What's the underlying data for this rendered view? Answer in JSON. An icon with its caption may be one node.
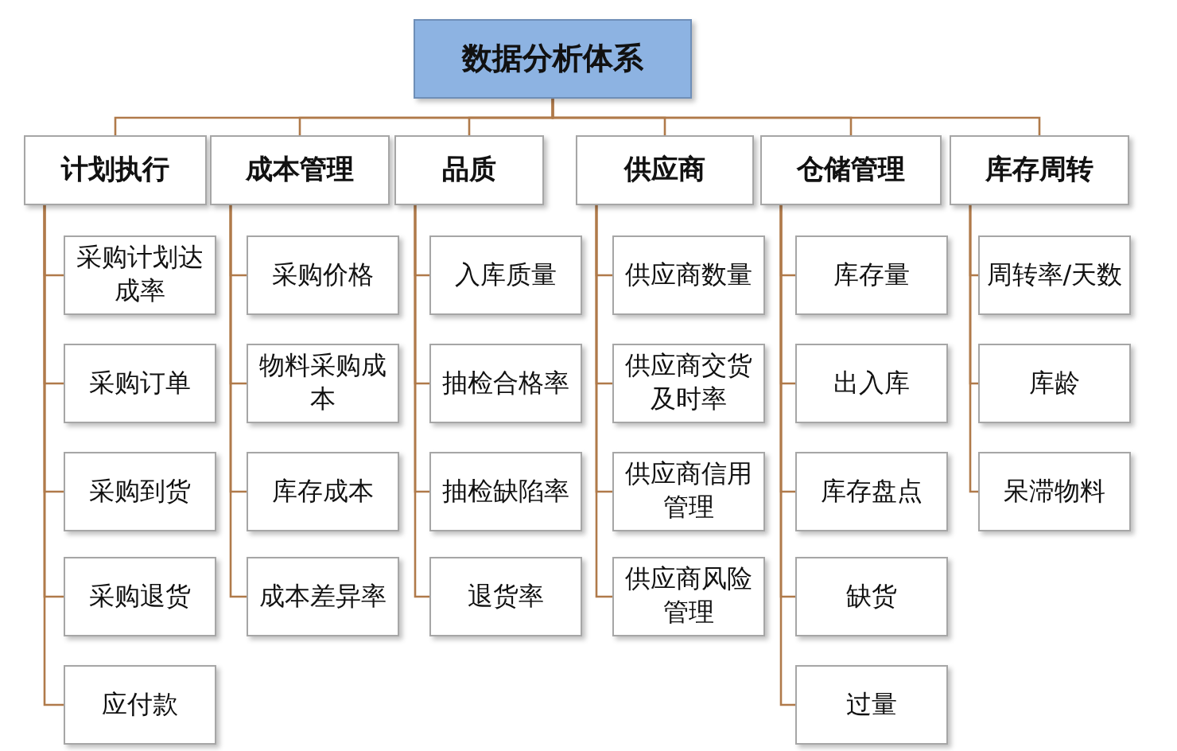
{
  "diagram": {
    "nodes": [
      {
        "text": [
          "数据分析体系"
        ]
      },
      {
        "text": [
          "计划执行"
        ]
      },
      {
        "text": [
          "成本管理"
        ]
      },
      {
        "text": [
          "品质"
        ]
      },
      {
        "text": [
          "供应商"
        ]
      },
      {
        "text": [
          "仓储管理"
        ]
      },
      {
        "text": [
          "库存周转"
        ]
      },
      {
        "text": [
          "采购计划达成率"
        ]
      },
      {
        "text": [
          "采购订单"
        ]
      },
      {
        "text": [
          "采购到货"
        ]
      },
      {
        "text": [
          "采购退货"
        ]
      },
      {
        "text": [
          "应付款"
        ]
      },
      {
        "text": [
          "采购价格"
        ]
      },
      {
        "text": [
          "物料采购成本"
        ]
      },
      {
        "text": [
          "库存成本"
        ]
      },
      {
        "text": [
          "成本差异率"
        ]
      },
      {
        "text": [
          "入库质量"
        ]
      },
      {
        "text": [
          "抽检合格率"
        ]
      },
      {
        "text": [
          "抽检缺陷率"
        ]
      },
      {
        "text": [
          "退货率"
        ]
      },
      {
        "text": [
          "供应商数量"
        ]
      },
      {
        "text": [
          "供应商交货及时率"
        ]
      },
      {
        "text": [
          "供应商信用管理"
        ]
      },
      {
        "text": [
          "供应商风险管理"
        ]
      },
      {
        "text": [
          "库存量"
        ]
      },
      {
        "text": [
          "出入库"
        ]
      },
      {
        "text": [
          "库存盘点"
        ]
      },
      {
        "text": [
          "缺货"
        ]
      },
      {
        "text": [
          "过量"
        ]
      },
      {
        "text": [
          "周转率/天数"
        ]
      },
      {
        "text": [
          "库龄"
        ]
      },
      {
        "text": [
          "呆滞物料"
        ]
      }
    ],
    "edges": [
      {
        "from": 0,
        "to": 1,
        "arrow": "none"
      },
      {
        "from": 0,
        "to": 2,
        "arrow": "none"
      },
      {
        "from": 0,
        "to": 3,
        "arrow": "none"
      },
      {
        "from": 0,
        "to": 4,
        "arrow": "none"
      },
      {
        "from": 0,
        "to": 5,
        "arrow": "none"
      },
      {
        "from": 0,
        "to": 6,
        "arrow": "none"
      },
      {
        "from": 1,
        "to": 7,
        "arrow": "none"
      },
      {
        "from": 1,
        "to": 8,
        "arrow": "none"
      },
      {
        "from": 1,
        "to": 9,
        "arrow": "none"
      },
      {
        "from": 1,
        "to": 10,
        "arrow": "none"
      },
      {
        "from": 1,
        "to": 11,
        "arrow": "none"
      },
      {
        "from": 2,
        "to": 12,
        "arrow": "none"
      },
      {
        "from": 2,
        "to": 13,
        "arrow": "none"
      },
      {
        "from": 2,
        "to": 14,
        "arrow": "none"
      },
      {
        "from": 2,
        "to": 15,
        "arrow": "none"
      },
      {
        "from": 3,
        "to": 16,
        "arrow": "none"
      },
      {
        "from": 3,
        "to": 17,
        "arrow": "none"
      },
      {
        "from": 3,
        "to": 18,
        "arrow": "none"
      },
      {
        "from": 3,
        "to": 19,
        "arrow": "none"
      },
      {
        "from": 4,
        "to": 20,
        "arrow": "none"
      },
      {
        "from": 4,
        "to": 21,
        "arrow": "none"
      },
      {
        "from": 4,
        "to": 22,
        "arrow": "none"
      },
      {
        "from": 4,
        "to": 23,
        "arrow": "none"
      },
      {
        "from": 5,
        "to": 24,
        "arrow": "none"
      },
      {
        "from": 5,
        "to": 25,
        "arrow": "none"
      },
      {
        "from": 5,
        "to": 26,
        "arrow": "none"
      },
      {
        "from": 5,
        "to": 27,
        "arrow": "none"
      },
      {
        "from": 5,
        "to": 28,
        "arrow": "none"
      },
      {
        "from": 6,
        "to": 29,
        "arrow": "none"
      },
      {
        "from": 6,
        "to": 30,
        "arrow": "none"
      },
      {
        "from": 6,
        "to": 31,
        "arrow": "none"
      }
    ]
  }
}
